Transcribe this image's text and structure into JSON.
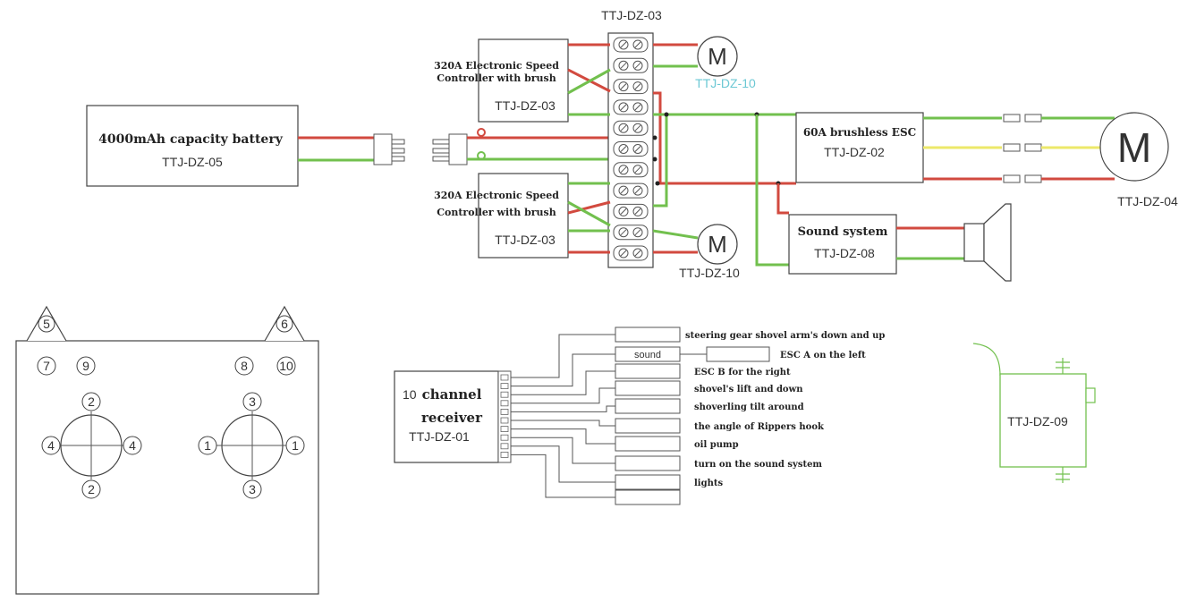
{
  "battery": {
    "title": "4000mAh capacity battery",
    "code": "TTJ-DZ-05"
  },
  "esc_top": {
    "line1": "320A Electronic Speed",
    "line2": "Controller with brush",
    "code": "TTJ-DZ-03"
  },
  "esc_bottom": {
    "line1": "320A Electronic Speed",
    "line2": "Controller with brush",
    "code": "TTJ-DZ-03"
  },
  "terminal_block": {
    "code": "TTJ-DZ-03"
  },
  "motor_top": {
    "symbol": "M",
    "code": "TTJ-DZ-10"
  },
  "motor_bottom": {
    "symbol": "M",
    "code": "TTJ-DZ-10"
  },
  "brushless_esc": {
    "title": "60A brushless ESC",
    "code": "TTJ-DZ-02"
  },
  "brushless_motor": {
    "symbol": "M",
    "code": "TTJ-DZ-04"
  },
  "sound_system": {
    "title": "Sound system",
    "code": "TTJ-DZ-08"
  },
  "receiver": {
    "line1_num": "10",
    "line1": "channel",
    "line2": "receiver",
    "code": "TTJ-DZ-01"
  },
  "channels": [
    {
      "box": "",
      "label": "steering gear  shovel arm's down and up"
    },
    {
      "box": "sound",
      "label": "ESC A on the left"
    },
    {
      "box": "",
      "label": "ESC B for the right"
    },
    {
      "box": "",
      "label": "shovel's lift and down"
    },
    {
      "box": "",
      "label": "shoverling tilt around"
    },
    {
      "box": "",
      "label": "the angle of Rippers hook"
    },
    {
      "box": "",
      "label": "oil pump"
    },
    {
      "box": "",
      "label": "turn on the sound system"
    },
    {
      "box": "",
      "label": "lights"
    }
  ],
  "servo": {
    "code": "TTJ-DZ-09"
  },
  "controller": {
    "top_left": "5",
    "top_right": "6",
    "buttons": [
      "7",
      "9",
      "8",
      "10"
    ],
    "left_stick": {
      "up": "2",
      "down": "2",
      "left": "4",
      "right": "4"
    },
    "right_stick": {
      "up": "3",
      "down": "3",
      "left": "1",
      "right": "1"
    }
  },
  "colors": {
    "red": "#d24a3f",
    "green": "#72c04e",
    "yellow": "#ece86a",
    "accent_text": "#6cc8d4"
  }
}
